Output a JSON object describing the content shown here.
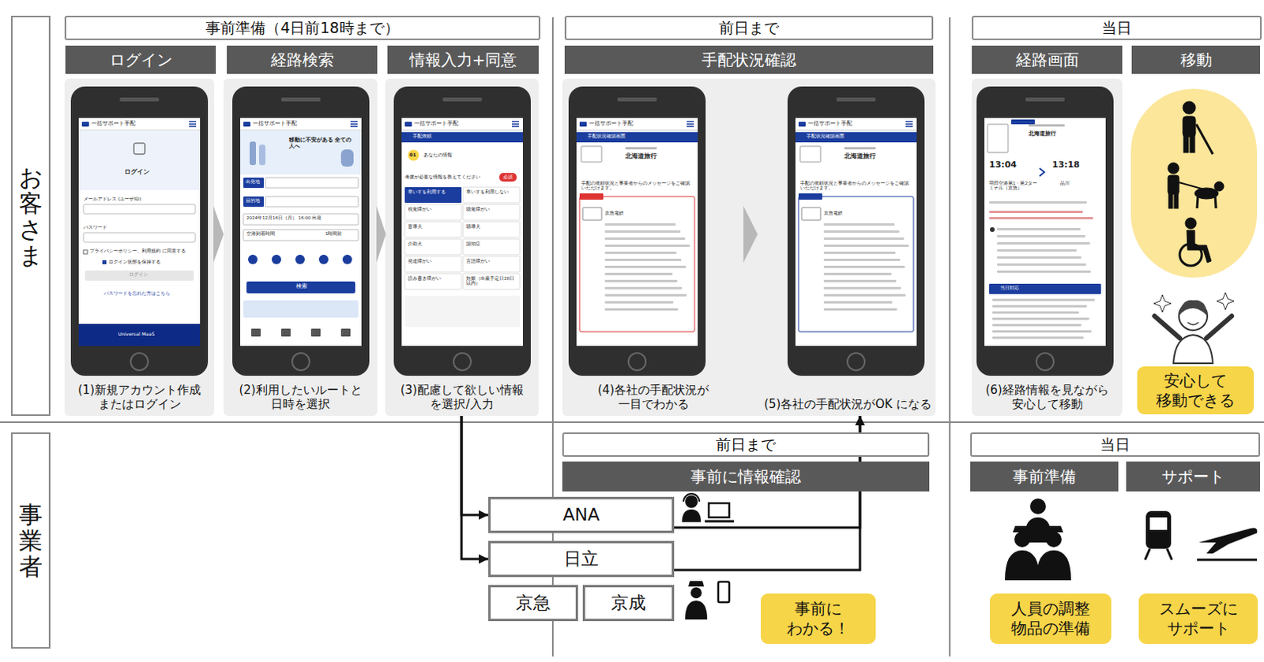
{
  "diagram": {
    "nodes": [
      {
        "text": [
          "お客さま"
        ]
      },
      {
        "text": [
          "事前準備（4日前18時まで）"
        ]
      },
      {
        "text": [
          "ログイン"
        ]
      },
      {
        "text": [
          "経路検索"
        ]
      },
      {
        "text": [
          "情報入力+同意"
        ]
      },
      {
        "text": [
          "前日まで"
        ]
      },
      {
        "text": [
          "手配状況確認"
        ]
      },
      {
        "text": [
          "当日"
        ]
      },
      {
        "text": [
          "経路画面"
        ]
      },
      {
        "text": [
          "移動"
        ]
      },
      {
        "text": [
          "(1)新規アカウント作成 またはログイン"
        ]
      },
      {
        "text": [
          "(2)利用したいルートと 日時を選択"
        ]
      },
      {
        "text": [
          "(3)配慮して欲しい情報 を選択/入力"
        ]
      },
      {
        "text": [
          "(4)各社の手配状況が 一目でわかる"
        ]
      },
      {
        "text": [
          "(5)各社の手配状況がOK になる"
        ]
      },
      {
        "text": [
          "(6)経路情報を見ながら 安心して移動"
        ]
      },
      {
        "text": [
          "安心して 移動できる"
        ]
      },
      {
        "text": [
          "事業者"
        ]
      },
      {
        "text": [
          "前日まで"
        ]
      },
      {
        "text": [
          "事前に情報確認"
        ]
      },
      {
        "text": [
          "ANA"
        ]
      },
      {
        "text": [
          "日立"
        ]
      },
      {
        "text": [
          "京急"
        ]
      },
      {
        "text": [
          "京成"
        ]
      },
      {
        "text": [
          "事前に わかる！"
        ]
      },
      {
        "text": [
          "当日"
        ]
      },
      {
        "text": [
          "事前準備"
        ]
      },
      {
        "text": [
          "サポート"
        ]
      },
      {
        "text": [
          "人員の調整 物品の準備"
        ]
      },
      {
        "text": [
          "スムーズに サポート"
        ]
      }
    ],
    "edges": [
      {
        "from": 12,
        "to": 20,
        "arrow": "to"
      },
      {
        "from": 12,
        "to": 21,
        "arrow": "to"
      },
      {
        "from": 20,
        "to": 14,
        "arrow": "to"
      },
      {
        "from": 21,
        "to": 14,
        "arrow": "to"
      }
    ],
    "labels": [
      "一括サポート手配",
      "ログイン",
      "メールアドレス (ユーザID)",
      "パスワード",
      "プライバシーポリシー、利用規約 に同意する",
      "ログイン状態を保持する",
      "ログイン",
      "パスワードを忘れた方はこちら",
      "Universal MaaS",
      "一括サポート手配",
      "移動に不安がある 全ての人へ",
      "出発地",
      "目的地",
      "2024年12月16日（月） 16:00 出発",
      "空港到着時間",
      "1時間前",
      "検索",
      "一括サポート手配",
      "手配依頼",
      "01",
      "あなたの情報",
      "考慮が必要な情報を教えてください",
      "必須",
      "車いすを利用する",
      "車いすを利用しない",
      "視覚障がい",
      "聴覚障がい",
      "盲導犬",
      "聴導犬",
      "介助犬",
      "認知症",
      "発達障がい",
      "言語障がい",
      "読み書き障がい",
      "妊娠（出産予定日28日以内）",
      "一括サポート手配",
      "手配状況確認画面",
      "北海道旅行",
      "手配の依頼状況と事業者からのメッセージをご確認いただけます。",
      "京急電鉄",
      "一括サポート手配",
      "手配状況確認画面",
      "北海道旅行",
      "手配の依頼状況と事業者からのメッセージをご確認いただけます。",
      "京急電鉄",
      "北海道旅行",
      "13:04",
      "13:18",
      "羽田空港第1・第2ターミナル（京急）",
      "品川",
      "当日対応"
    ]
  }
}
